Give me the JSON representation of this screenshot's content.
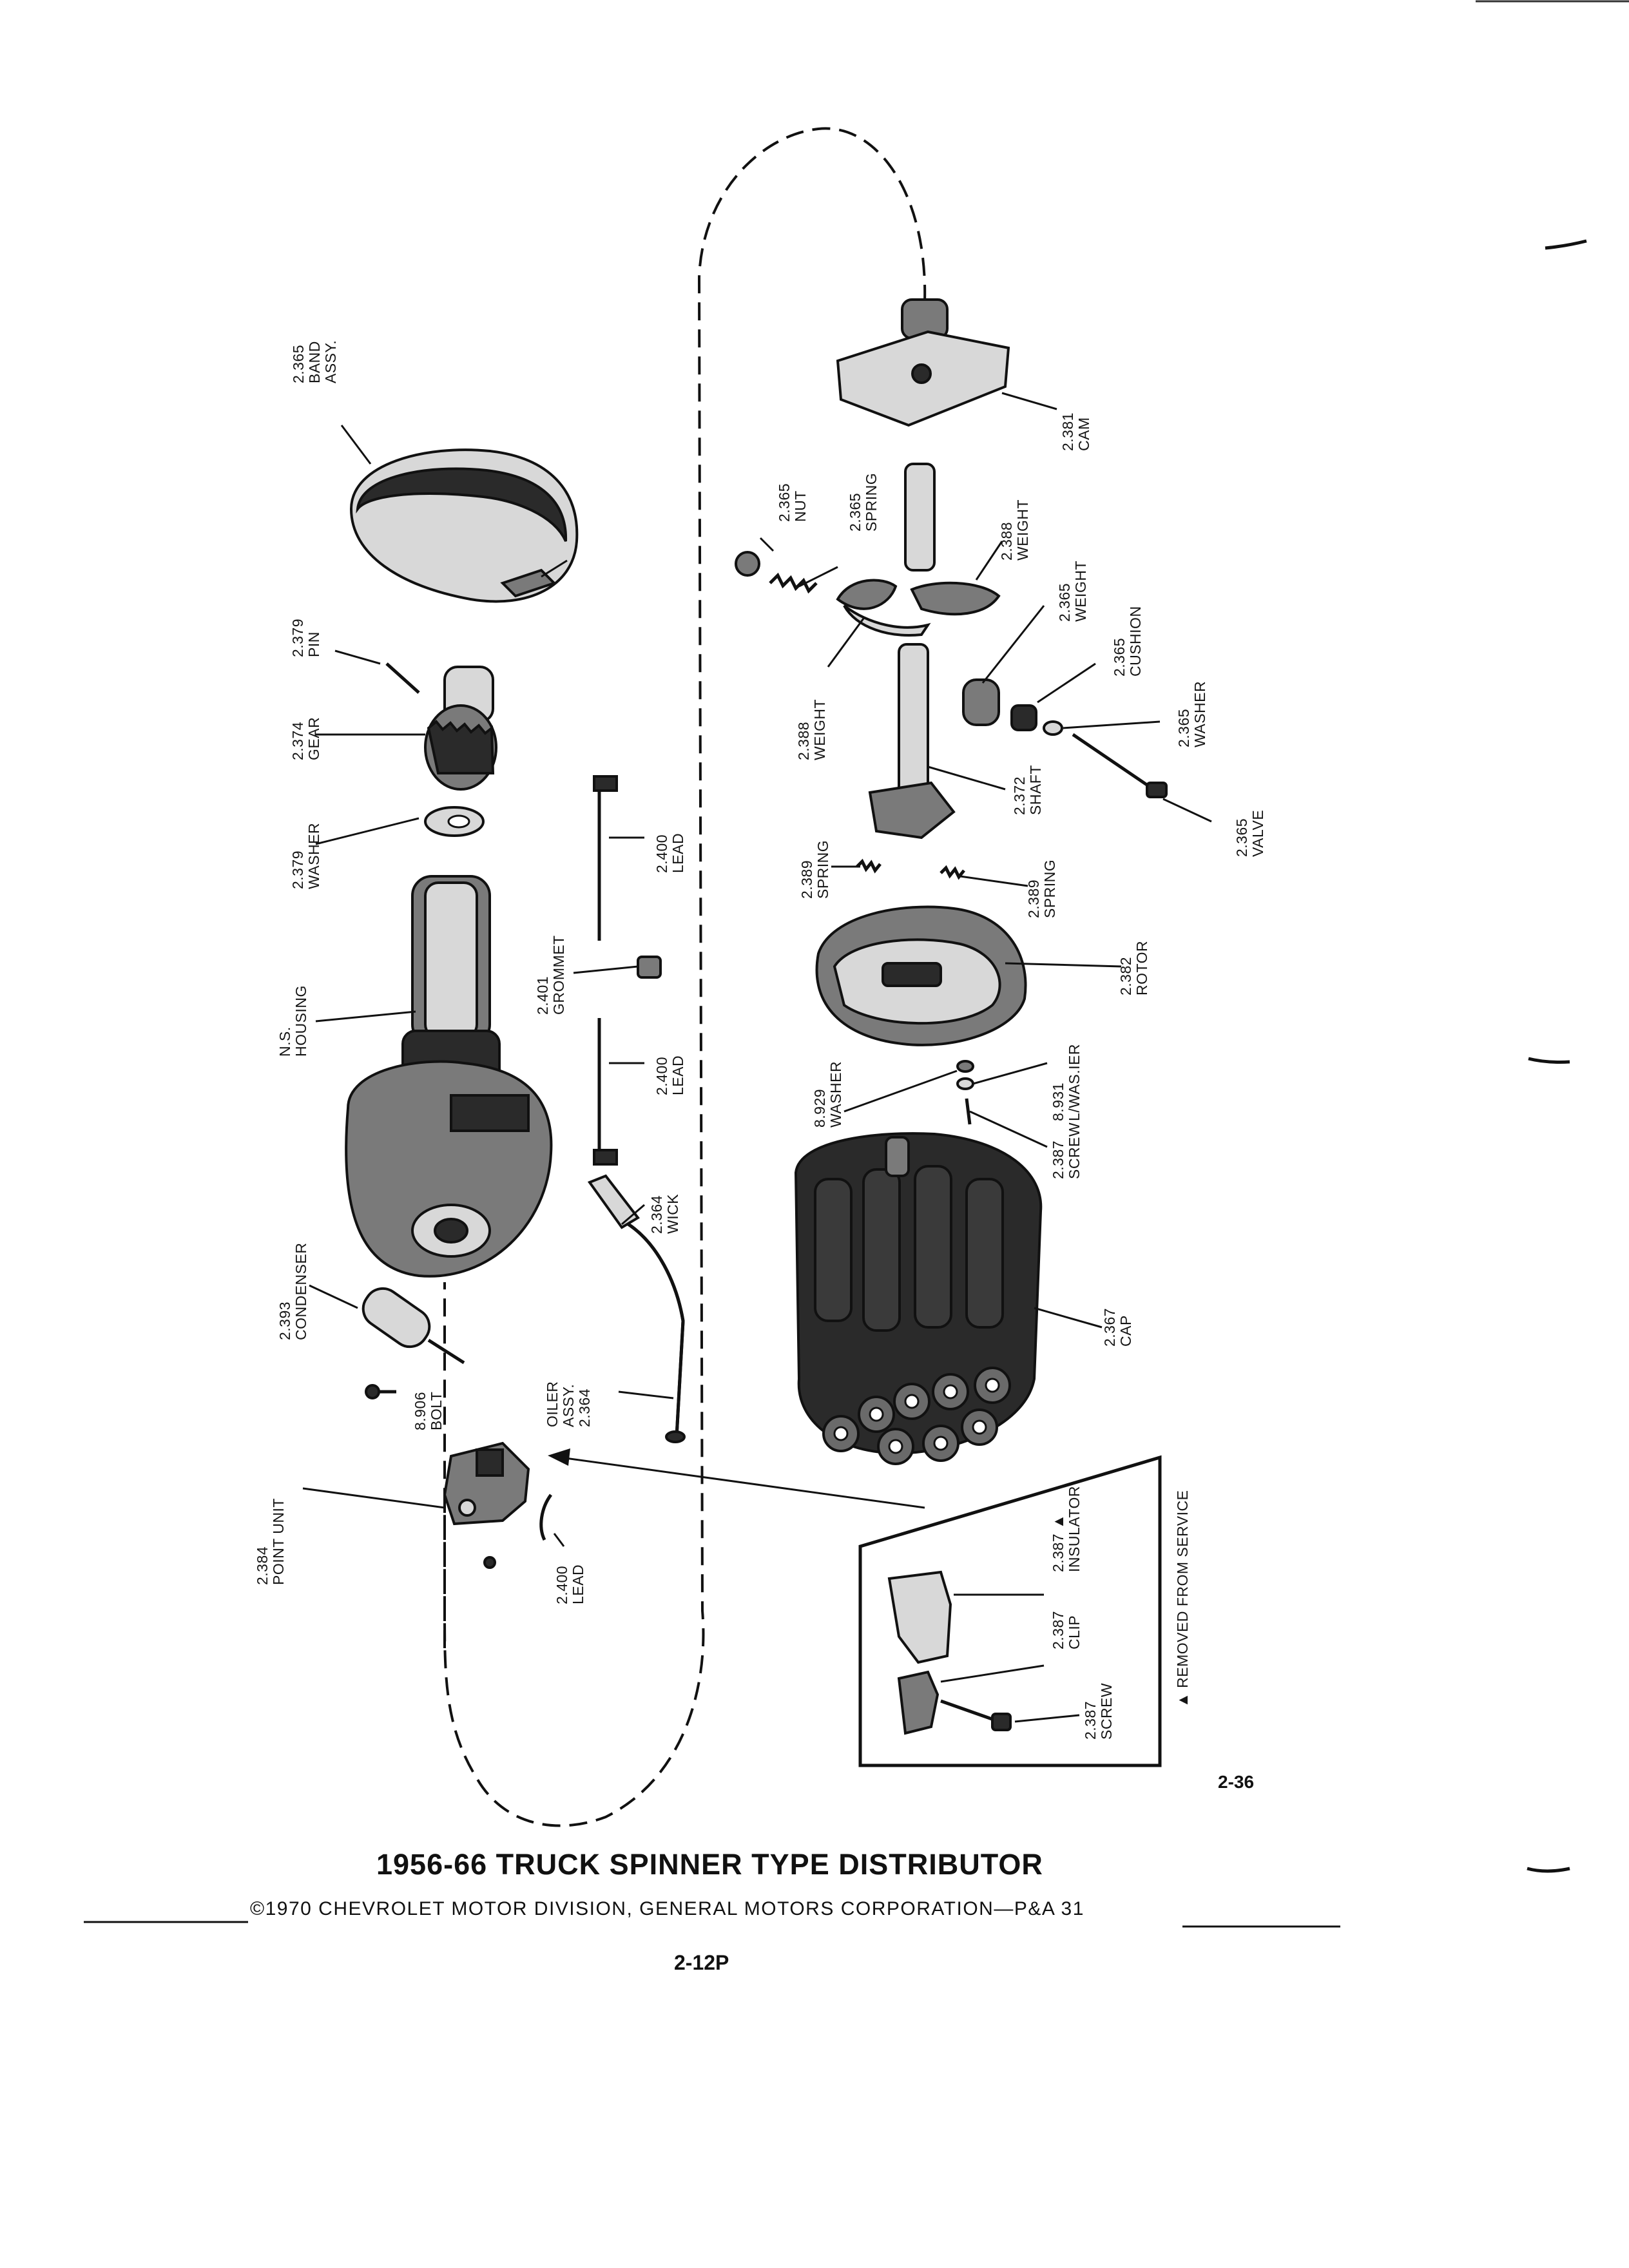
{
  "title": "1956-66 TRUCK SPINNER TYPE DISTRIBUTOR",
  "copyright": "©1970 CHEVROLET MOTOR DIVISION, GENERAL MOTORS CORPORATION—P&A 31",
  "page_number": "2-12P",
  "figure_number": "2-36",
  "note": "▲ REMOVED FROM SERVICE",
  "callouts": [
    {
      "id": "band",
      "number": "2.365",
      "lines": [
        "BAND",
        "ASSY."
      ]
    },
    {
      "id": "pin",
      "number": "2.379",
      "lines": [
        "PIN"
      ]
    },
    {
      "id": "gear",
      "number": "2.374",
      "lines": [
        "GEAR"
      ]
    },
    {
      "id": "washer-lower",
      "number": "2.379",
      "lines": [
        "WASHER"
      ]
    },
    {
      "id": "housing",
      "number": "N.S.",
      "lines": [
        "HOUSING"
      ]
    },
    {
      "id": "condenser",
      "number": "2.393",
      "lines": [
        "CONDENSER"
      ]
    },
    {
      "id": "bolt",
      "number": "8.906",
      "lines": [
        "BOLT"
      ]
    },
    {
      "id": "point-unit",
      "number": "2.384",
      "lines": [
        "POINT UNIT"
      ]
    },
    {
      "id": "lead-point",
      "number": "2.400",
      "lines": [
        "LEAD"
      ]
    },
    {
      "id": "lead-upper",
      "number": "2.400",
      "lines": [
        "LEAD"
      ]
    },
    {
      "id": "grommet",
      "number": "2.401",
      "lines": [
        "GROMMET"
      ]
    },
    {
      "id": "lead-lower",
      "number": "2.400",
      "lines": [
        "LEAD"
      ]
    },
    {
      "id": "wick",
      "number": "2.364",
      "lines": [
        "WICK"
      ]
    },
    {
      "id": "oiler",
      "number": "2.364",
      "lines": [
        "OILER",
        "ASSY."
      ]
    },
    {
      "id": "cam",
      "number": "2.381",
      "lines": [
        "CAM"
      ]
    },
    {
      "id": "nut",
      "number": "2.365",
      "lines": [
        "NUT"
      ]
    },
    {
      "id": "spring-upper",
      "number": "2.365",
      "lines": [
        "SPRING"
      ]
    },
    {
      "id": "weight-right",
      "number": "2.388",
      "lines": [
        "WEIGHT"
      ]
    },
    {
      "id": "weight-small",
      "number": "2.365",
      "lines": [
        "WEIGHT"
      ]
    },
    {
      "id": "cushion",
      "number": "2.365",
      "lines": [
        "CUSHION"
      ]
    },
    {
      "id": "washer-upper",
      "number": "2.365",
      "lines": [
        "WASHER"
      ]
    },
    {
      "id": "weight-left",
      "number": "2.388",
      "lines": [
        "WEIGHT"
      ]
    },
    {
      "id": "shaft",
      "number": "2.372",
      "lines": [
        "SHAFT"
      ]
    },
    {
      "id": "valve",
      "number": "2.365",
      "lines": [
        "VALVE"
      ]
    },
    {
      "id": "spring-left",
      "number": "2.389",
      "lines": [
        "SPRING"
      ]
    },
    {
      "id": "spring-right",
      "number": "2.389",
      "lines": [
        "SPRING"
      ]
    },
    {
      "id": "rotor",
      "number": "2.382",
      "lines": [
        "ROTOR"
      ]
    },
    {
      "id": "washer-rotor",
      "number": "8.929",
      "lines": [
        "WASHER"
      ]
    },
    {
      "id": "lwasher",
      "number": "8.931",
      "lines": [
        "L/WAS.IER"
      ]
    },
    {
      "id": "screw-cap",
      "number": "2.387",
      "lines": [
        "SCREW"
      ]
    },
    {
      "id": "cap",
      "number": "2.367",
      "lines": [
        "CAP"
      ]
    },
    {
      "id": "insulator",
      "number": "2.387 ▲",
      "lines": [
        "INSULATOR"
      ]
    },
    {
      "id": "clip",
      "number": "2.387",
      "lines": [
        "CLIP"
      ]
    },
    {
      "id": "screw-inset",
      "number": "2.387",
      "lines": [
        "SCREW"
      ]
    }
  ]
}
